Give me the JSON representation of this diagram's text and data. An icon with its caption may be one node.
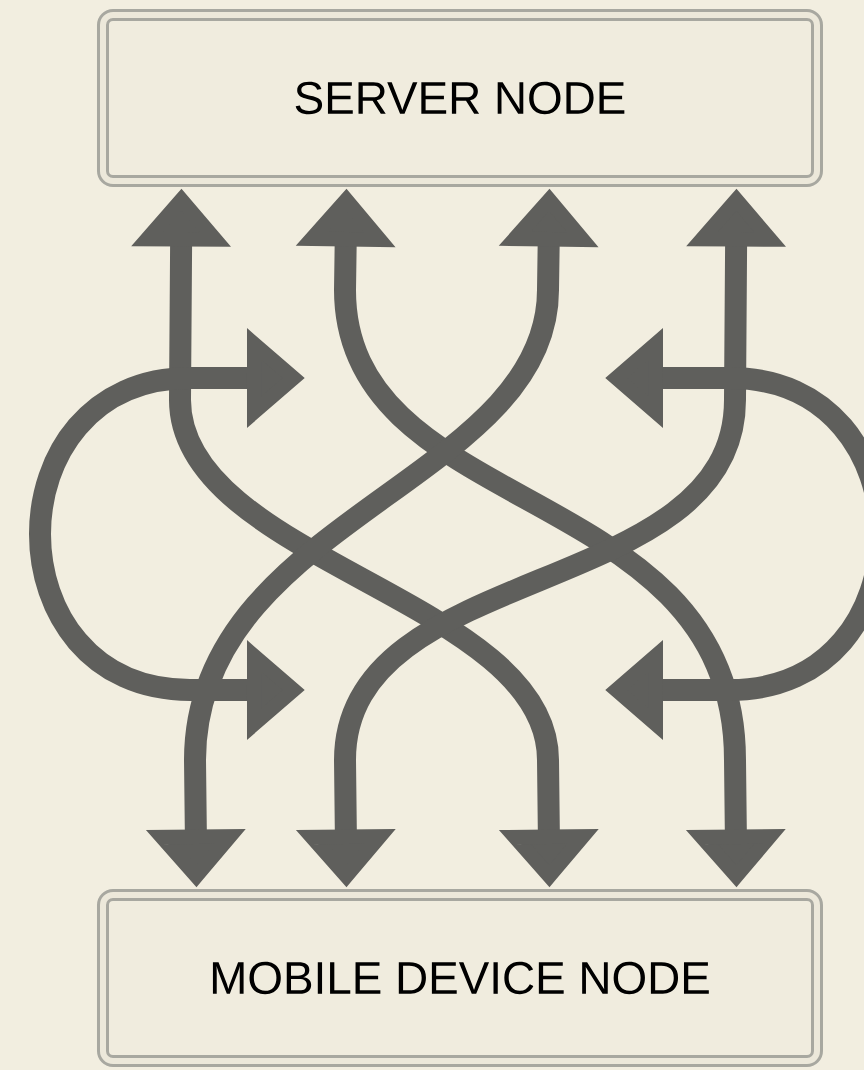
{
  "diagram": {
    "nodes": [
      {
        "text": [
          "SERVER NODE"
        ]
      },
      {
        "text": [
          "MOBILE DEVICE NODE"
        ]
      }
    ],
    "edges": [
      {
        "from": 0,
        "to": 1,
        "arrow": "both"
      },
      {
        "from": 0,
        "to": 1,
        "arrow": "both"
      },
      {
        "from": 0,
        "to": 1,
        "arrow": "both"
      },
      {
        "from": 0,
        "to": 1,
        "arrow": "both"
      }
    ]
  }
}
